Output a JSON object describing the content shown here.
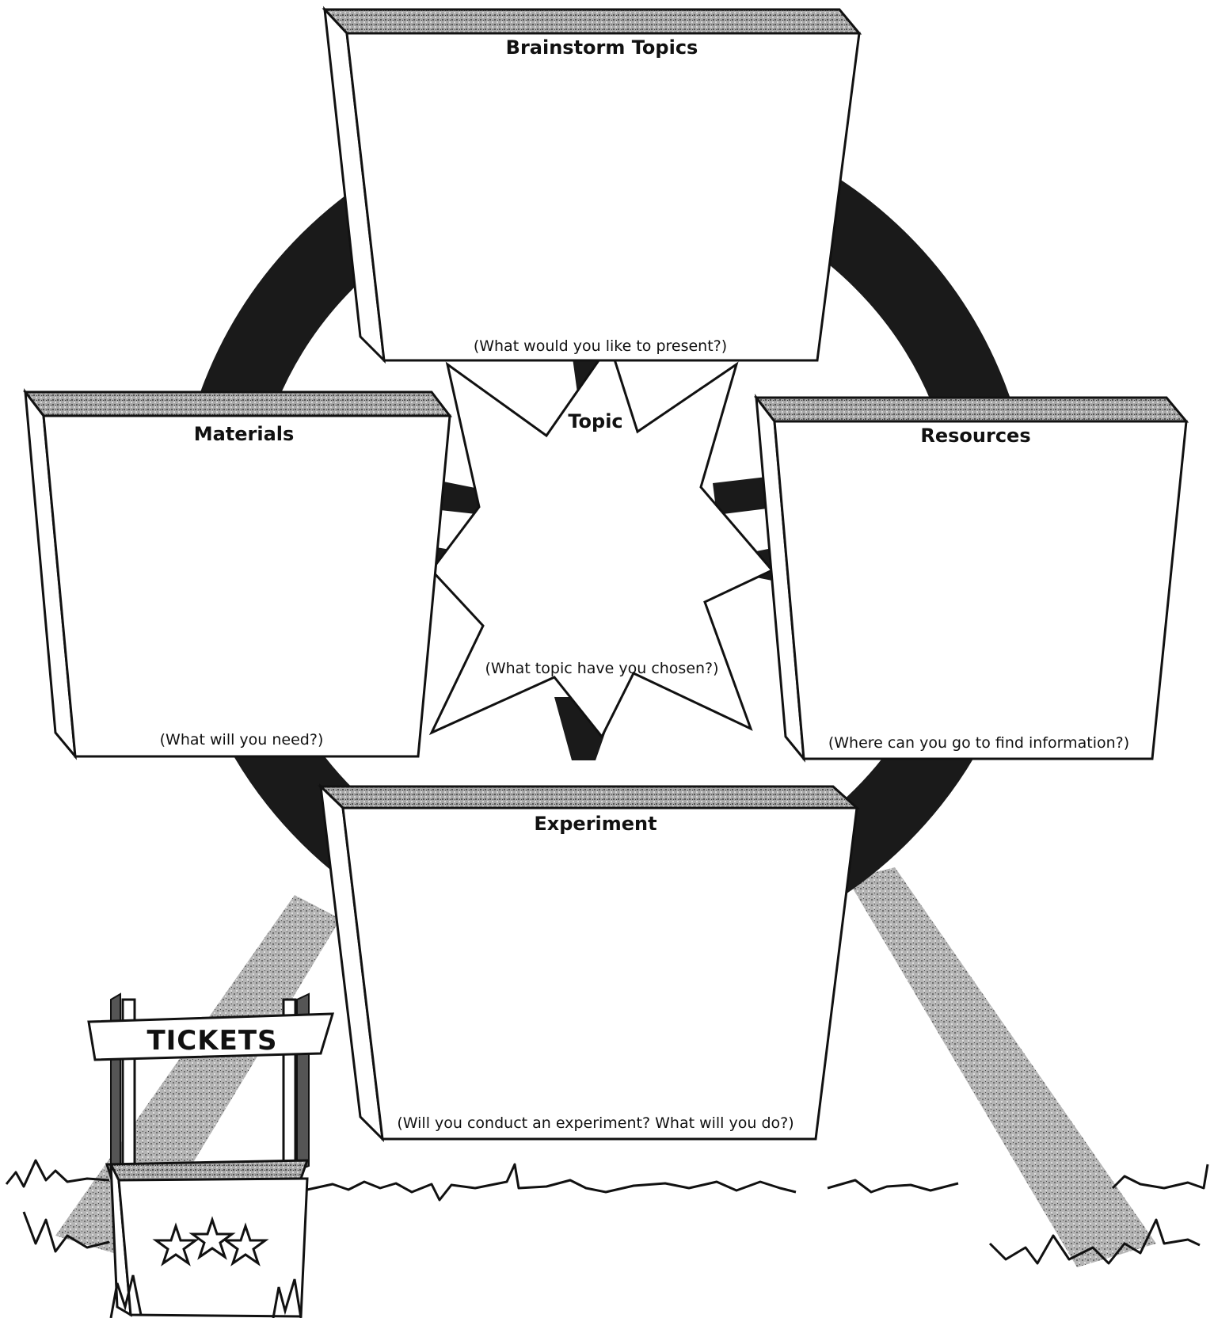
{
  "panels": {
    "brainstorm": {
      "title": "Brainstorm Topics",
      "prompt": "(What would you like to present?)"
    },
    "materials": {
      "title": "Materials",
      "prompt": "(What will you need?)"
    },
    "resources": {
      "title": "Resources",
      "prompt": "(Where can you go to find information?)"
    },
    "experiment": {
      "title": "Experiment",
      "prompt": "(Will you conduct an experiment? What will you do?)"
    }
  },
  "topic": {
    "title": "Topic",
    "prompt": "(What topic have you chosen?)"
  },
  "booth": {
    "label": "TICKETS"
  },
  "colors": {
    "ink": "#111111",
    "ring": "#1a1a1a",
    "support_gray": "#9a9a9a",
    "paper": "#ffffff"
  }
}
